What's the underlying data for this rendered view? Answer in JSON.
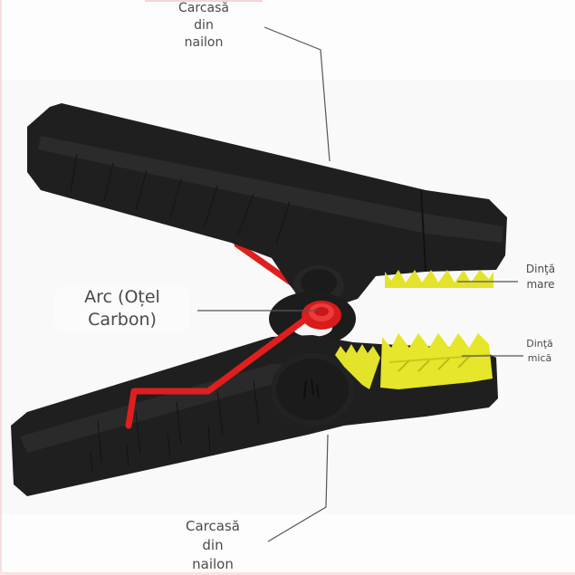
{
  "diagram": {
    "subject": "Clamp (alligator clip) component diagram",
    "colors": {
      "body": "#1f1f1f",
      "body_highlight": "#2d2d2d",
      "spring": "#e01e1e",
      "teeth": "#e6e62a",
      "leader_line": "#555555",
      "label_text": "#4a4a4a"
    },
    "labels": {
      "top_housing": {
        "line1": "Carcasă",
        "line2": "din",
        "line3": "nailon"
      },
      "spring": {
        "line1": "Arc (Oțel",
        "line2": "Carbon)"
      },
      "large_tooth": {
        "line1": "Dinţă",
        "line2": "mare"
      },
      "small_tooth": {
        "line1": "Dinţă",
        "line2": "mică"
      },
      "bottom_housing": {
        "line1": "Carcasă",
        "line2": "din",
        "line3": "nailon"
      }
    }
  }
}
